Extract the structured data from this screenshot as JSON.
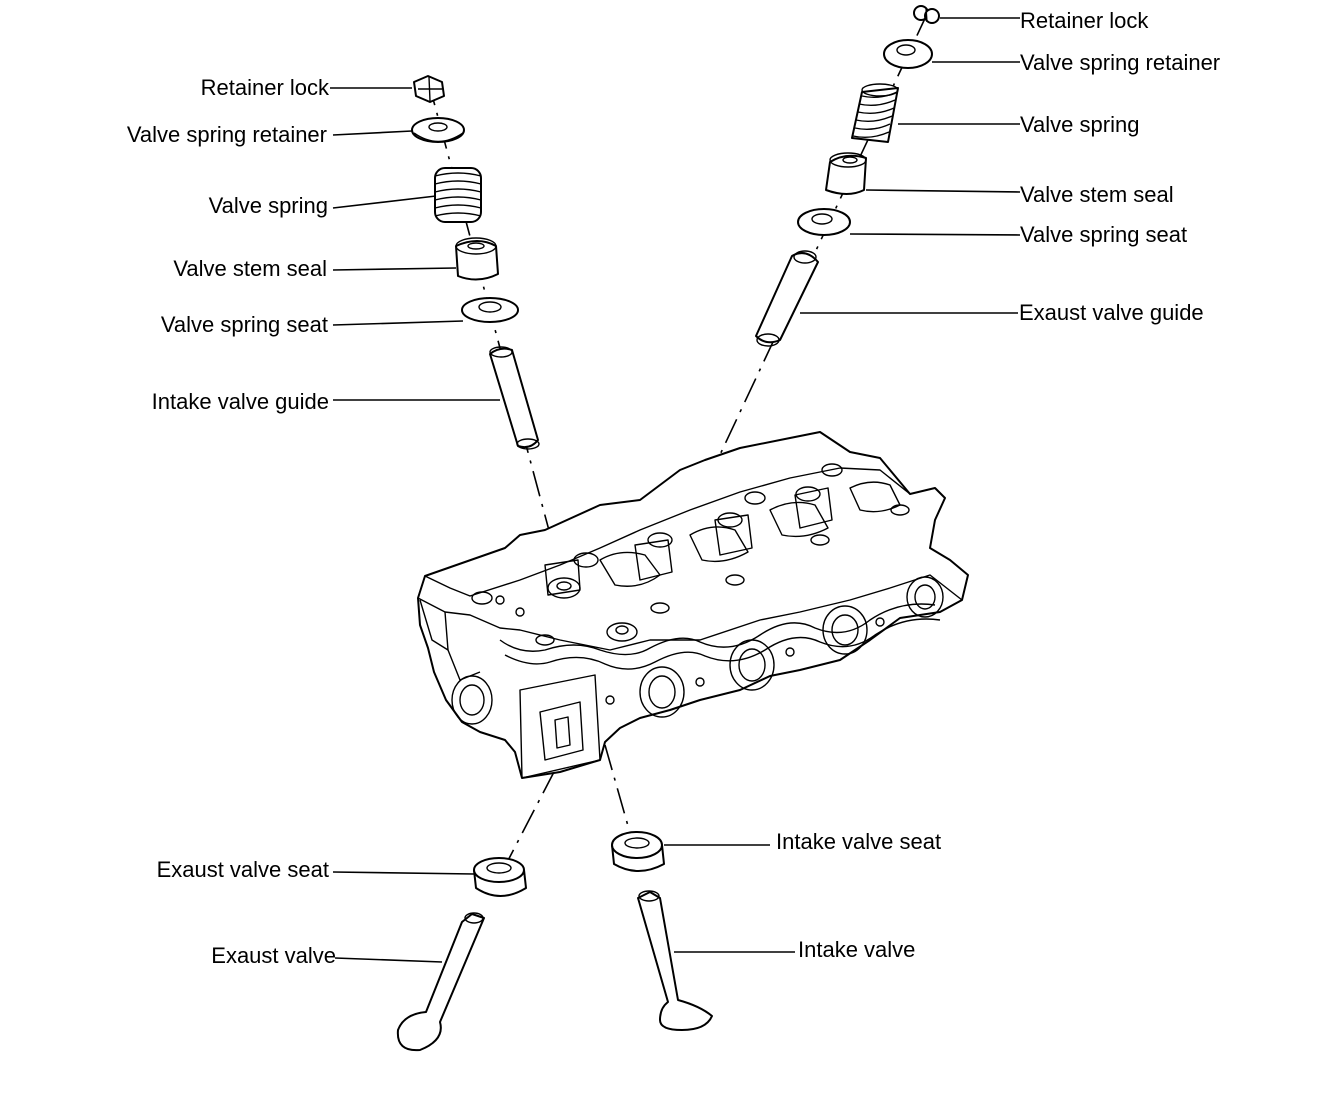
{
  "labels": {
    "left": {
      "retainer_lock": "Retainer lock",
      "valve_spring_retainer": "Valve spring retainer",
      "valve_spring": "Valve spring",
      "valve_stem_seal": "Valve stem seal",
      "valve_spring_seat": "Valve spring seat",
      "intake_valve_guide": "Intake valve guide",
      "exaust_valve_seat": "Exaust valve seat",
      "exaust_valve": "Exaust valve"
    },
    "right": {
      "retainer_lock": "Retainer lock",
      "valve_spring_retainer": "Valve spring retainer",
      "valve_spring": "Valve spring",
      "valve_stem_seal": "Valve stem seal",
      "valve_spring_seat": "Valve spring seat",
      "exaust_valve_guide": "Exaust valve guide",
      "intake_valve_seat": "Intake valve seat",
      "intake_valve": "Intake valve"
    }
  },
  "colors": {
    "ink": "#000000",
    "paper": "#ffffff"
  }
}
